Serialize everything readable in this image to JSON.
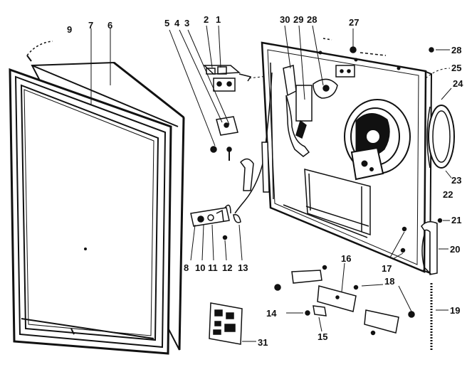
{
  "diagram": {
    "callouts": [
      {
        "id": "c9a",
        "text": "9"
      },
      {
        "id": "c7",
        "text": "7"
      },
      {
        "id": "c6",
        "text": "6"
      },
      {
        "id": "c5",
        "text": "5"
      },
      {
        "id": "c4",
        "text": "4"
      },
      {
        "id": "c3",
        "text": "3"
      },
      {
        "id": "c2",
        "text": "2"
      },
      {
        "id": "c1",
        "text": "1"
      },
      {
        "id": "c30",
        "text": "30"
      },
      {
        "id": "c29",
        "text": "29"
      },
      {
        "id": "c28a",
        "text": "28"
      },
      {
        "id": "c27",
        "text": "27"
      },
      {
        "id": "c28b",
        "text": "28"
      },
      {
        "id": "c25",
        "text": "25"
      },
      {
        "id": "c24",
        "text": "24"
      },
      {
        "id": "c23",
        "text": "23"
      },
      {
        "id": "c22",
        "text": "22"
      },
      {
        "id": "c21",
        "text": "21"
      },
      {
        "id": "c20",
        "text": "20"
      },
      {
        "id": "c17",
        "text": "17"
      },
      {
        "id": "c16",
        "text": "16"
      },
      {
        "id": "c18",
        "text": "18"
      },
      {
        "id": "c19",
        "text": "19"
      },
      {
        "id": "c14",
        "text": "14"
      },
      {
        "id": "c15",
        "text": "15"
      },
      {
        "id": "c31",
        "text": "31"
      },
      {
        "id": "c8",
        "text": "8"
      },
      {
        "id": "c10",
        "text": "10"
      },
      {
        "id": "c11",
        "text": "11"
      },
      {
        "id": "c12",
        "text": "12"
      },
      {
        "id": "c13",
        "text": "13"
      }
    ]
  }
}
